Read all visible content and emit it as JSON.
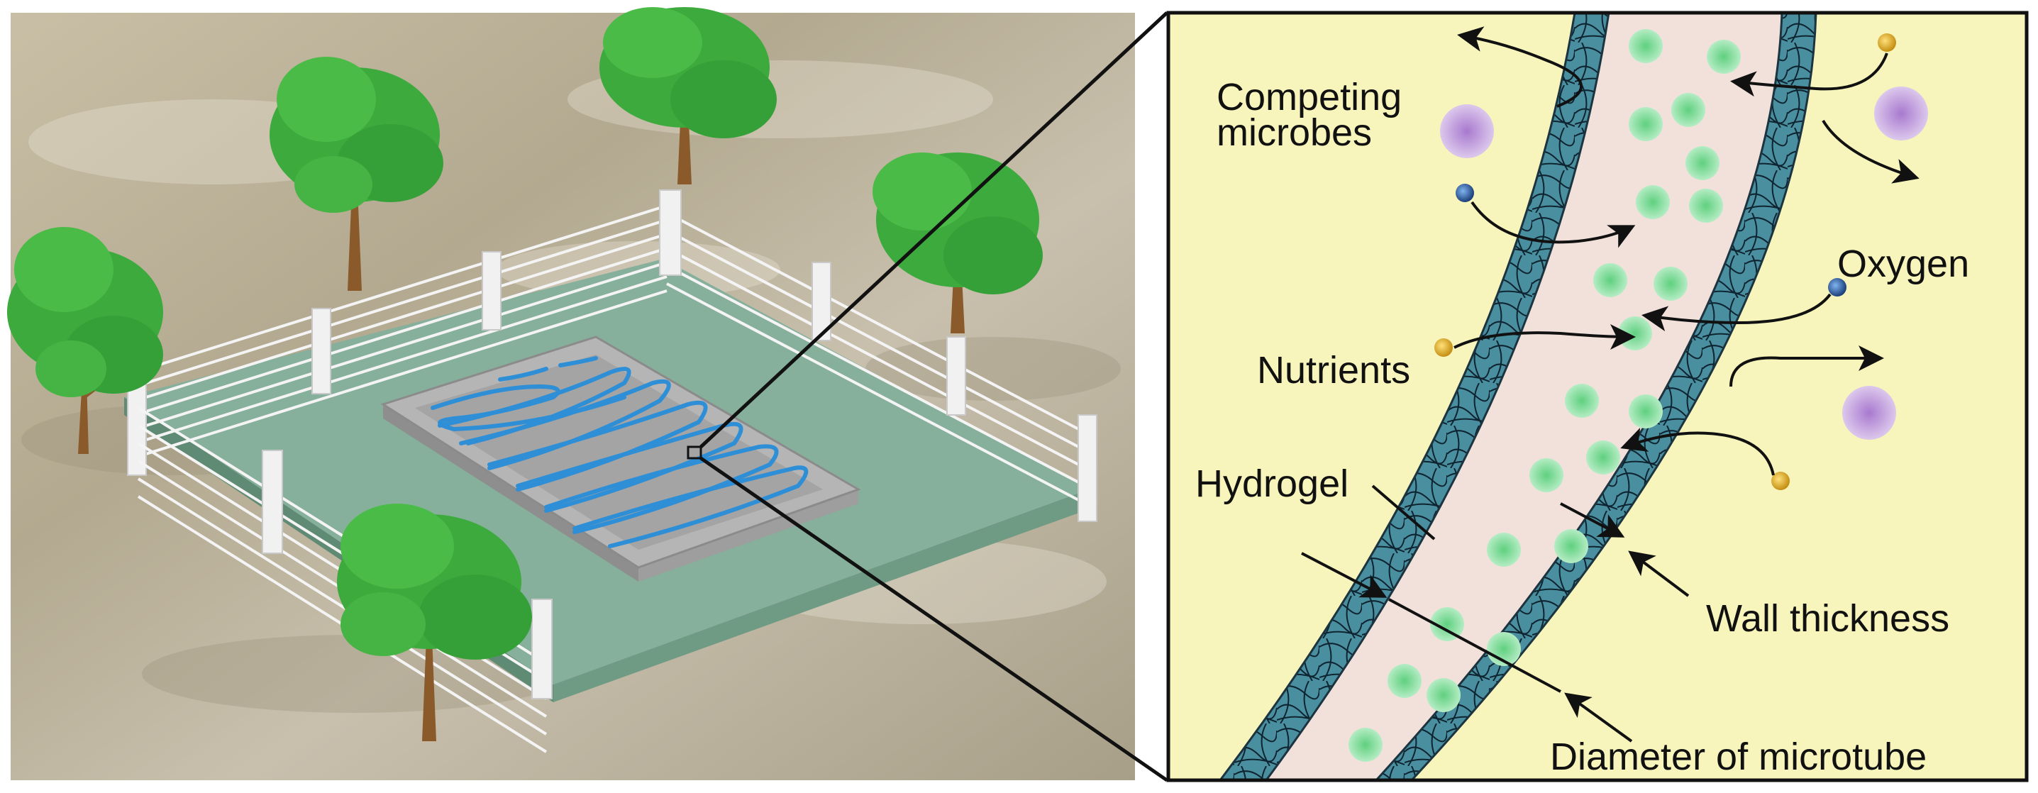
{
  "labels": {
    "competing_microbes": [
      "Competing",
      "microbes"
    ],
    "oxygen": "Oxygen",
    "nutrients": "Nutrients",
    "hydrogel": "Hydrogel",
    "wall_thickness": "Wall thickness",
    "diameter": "Diameter of microtube"
  },
  "colors": {
    "detail_background": "#f7f5bc",
    "tube_wall": "#4e8ea0",
    "tube_lumen": "#f2e1db",
    "cell_green": "#8fd9a8",
    "microbe_purple": "#b795d4",
    "oxygen_blue": "#2f5f9e",
    "nutrient_gold": "#e2b42d",
    "ground": "#7fa890",
    "basin": "#a9a9a9",
    "water_lines": "#2f8fd6",
    "tree_green": "#3caa3c",
    "trunk": "#8a5a2b"
  },
  "icons": [
    "tree-icon",
    "fence-icon",
    "cell-icon",
    "microbe-icon",
    "oxygen-molecule-icon",
    "nutrient-molecule-icon",
    "arrow-icon"
  ]
}
